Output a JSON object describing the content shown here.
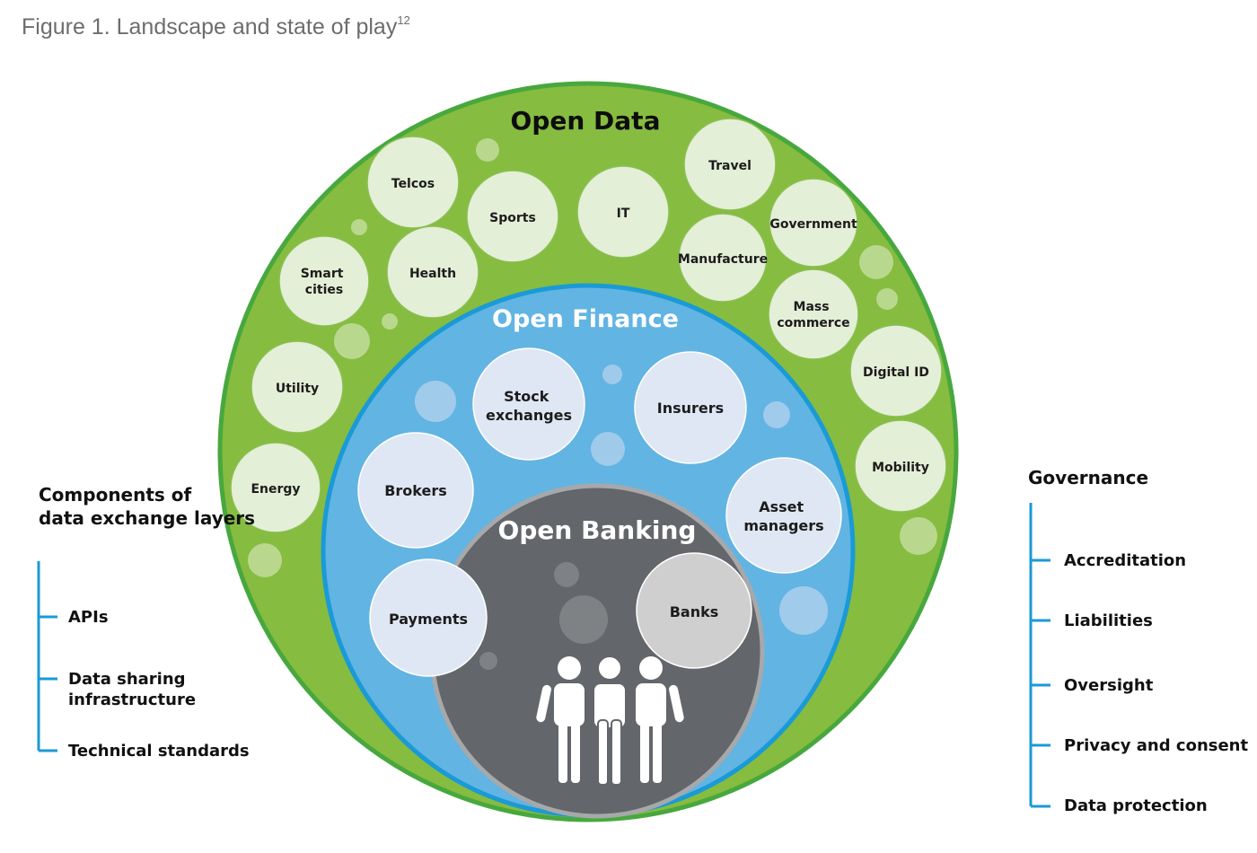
{
  "figure": {
    "title": "Figure 1. Landscape and state of play",
    "superscript": "12"
  },
  "colors": {
    "open_data": "#86bc40",
    "open_data_border": "#47a83e",
    "open_finance": "#62b4e3",
    "open_finance_border": "#1a9ad6",
    "open_banking": "#63666a",
    "open_banking_border": "#a7a8aa",
    "tree_line": "#1a9ad6"
  },
  "layers": {
    "open_data": {
      "title": "Open Data",
      "items": [
        "Telcos",
        "Sports",
        "IT",
        "Travel",
        "Government",
        "Manufacture",
        "Smart cities",
        "Health",
        "Mass commerce",
        "Digital ID",
        "Utility",
        "Mobility",
        "Energy"
      ]
    },
    "open_finance": {
      "title": "Open Finance",
      "items": [
        "Stock exchanges",
        "Insurers",
        "Brokers",
        "Asset managers",
        "Payments"
      ]
    },
    "open_banking": {
      "title": "Open Banking",
      "items": [
        "Banks"
      ],
      "icon": "people-group-icon"
    }
  },
  "components": {
    "title": "Components of data exchange layers",
    "items": [
      "APIs",
      "Data sharing infrastructure",
      "Technical standards"
    ]
  },
  "governance": {
    "title": "Governance",
    "items": [
      "Accreditation",
      "Liabilities",
      "Oversight",
      "Privacy and consent",
      "Data protection"
    ]
  }
}
